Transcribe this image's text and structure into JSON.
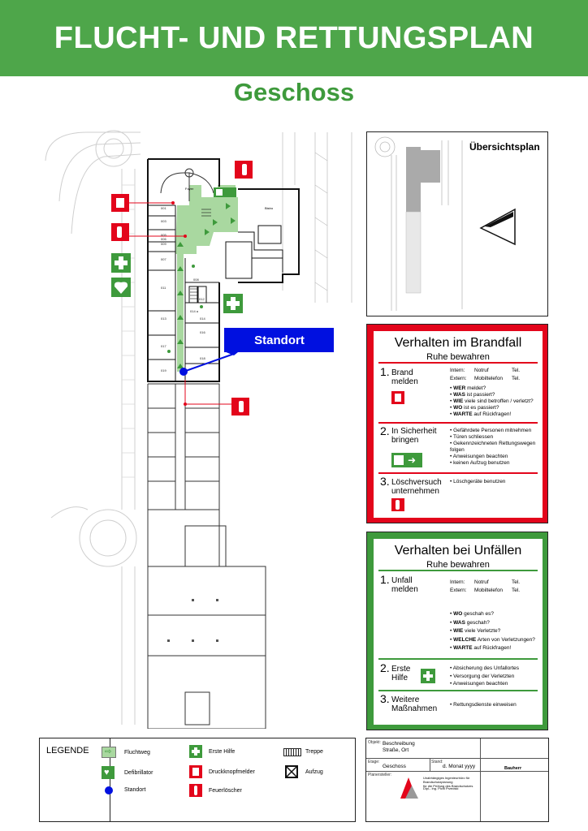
{
  "header": {
    "title": "FLUCHT- UND RETTUNGSPLAN",
    "subtitle": "Geschoss"
  },
  "plan": {
    "standort_label": "Standort",
    "foyer": "Foyer",
    "bistro": "Bistro",
    "rooms": [
      "001",
      "003",
      "005",
      "006",
      "009",
      "007",
      "008",
      "011",
      "012",
      "013",
      "014",
      "014 a",
      "016",
      "017",
      "019",
      "018"
    ]
  },
  "overview": {
    "title": "Übersichtsplan"
  },
  "fire": {
    "title": "Verhalten im Brandfall",
    "subtitle": "Ruhe bewahren",
    "step1": {
      "num": "1.",
      "label_line1": "Brand",
      "label_line2": "melden"
    },
    "contacts": [
      {
        "label": "Intern:",
        "name": "Notruf",
        "tel": "Tel."
      },
      {
        "label": "Extern:",
        "name": "Mobiltelefon",
        "tel": "Tel."
      }
    ],
    "questions": [
      {
        "bold": "WER",
        "rest": " meldet?"
      },
      {
        "bold": "WAS",
        "rest": " ist passiert?"
      },
      {
        "bold": "WIE",
        "rest": " viele sind betroffen / verletzt?"
      },
      {
        "bold": "WO",
        "rest": " ist es passiert?"
      },
      {
        "bold": "WARTE",
        "rest": " auf Rückfragen!"
      }
    ],
    "step2": {
      "num": "2.",
      "label_line1": "In Sicherheit",
      "label_line2": "bringen"
    },
    "step2_items": [
      "Gefährdete Personen  mitnehmen",
      "Türen schliessen",
      "Gekennzeichneten Rettungswegen folgen",
      "Anweisungen beachten",
      "keinen Aufzug benutzen"
    ],
    "step3": {
      "num": "3.",
      "label_line1": "Löschversuch",
      "label_line2": "unternehmen"
    },
    "step3_items": [
      "Löschgeräte benutzen"
    ]
  },
  "accident": {
    "title": "Verhalten bei Unfällen",
    "subtitle": "Ruhe bewahren",
    "step1": {
      "num": "1.",
      "label_line1": "Unfall",
      "label_line2": "melden"
    },
    "contacts": [
      {
        "label": "Intern:",
        "name": "Notruf",
        "tel": "Tel."
      },
      {
        "label": "Extern:",
        "name": "Mobiltelefon",
        "tel": "Tel."
      }
    ],
    "questions": [
      {
        "bold": "WO",
        "rest": " geschah es?"
      },
      {
        "bold": "WAS",
        "rest": " geschah?"
      },
      {
        "bold": "WIE",
        "rest": " viele Verletzte?"
      },
      {
        "bold": "WELCHE",
        "rest": " Arten von Verletzungen?"
      },
      {
        "bold": "WARTE",
        "rest": " auf Rückfragen!"
      }
    ],
    "step2": {
      "num": "2.",
      "label_line1": "Erste",
      "label_line2": "Hilfe"
    },
    "step2_items": [
      "Absicherung des Unfallortes",
      "Versorgung der Verletzten",
      "Anweisungen beachten"
    ],
    "step3": {
      "num": "3.",
      "label_line1": "Weitere",
      "label_line2": "Maßnahmen"
    },
    "step3_items": [
      "Rettungsdienste einweisen"
    ]
  },
  "legend": {
    "title": "LEGENDE",
    "items": {
      "fluchtweg": "Fluchtweg",
      "erste_hilfe": "Erste Hilfe",
      "treppe": "Treppe",
      "defibrillator": "Defibrillator",
      "druckknopfmelder": "Druckknopfmelder",
      "aufzug": "Aufzug",
      "standort": "Standort",
      "feuerloescher": "Feuerlöscher"
    }
  },
  "info": {
    "objekt_label": "Objekt:",
    "objekt_line1": "Beschreibung",
    "objekt_line2": "Straße, Ort",
    "etage_label": "Etage:",
    "etage": "Geschoss",
    "stand_label": "Stand:",
    "stand": "d. Monat yyyy",
    "bauherr": "Bauherr",
    "planersteller_label": "Planersteller:",
    "company_line1": "Unabhängiges Ingenieurbüro für Brandschutzplanung",
    "company_line2": "für die Prüfung des Brandschutzes",
    "engineer": "Dipl.- Ing. Pichl Przedski"
  },
  "colors": {
    "green": "#4ea64a",
    "dark_green": "#3e9a3c",
    "red": "#e3051b",
    "blue": "#0010e0"
  }
}
